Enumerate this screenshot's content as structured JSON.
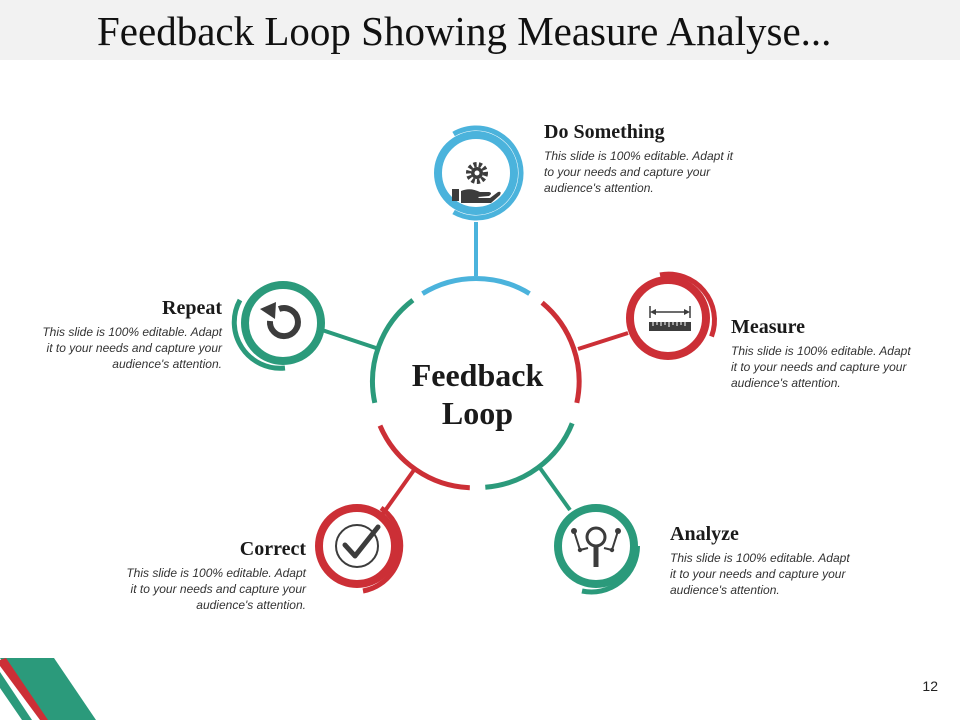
{
  "slide": {
    "title": "Feedback Loop Showing Measure Analyse...",
    "page_number": "12"
  },
  "center": {
    "line1": "Feedback",
    "line2": "Loop"
  },
  "steps": [
    {
      "id": "do-something",
      "title": "Do Something",
      "body": "This slide is 100% editable. Adapt it to your needs and capture your audience's attention.",
      "color": "#4bb3dc",
      "icon": "hand-gear-icon"
    },
    {
      "id": "measure",
      "title": "Measure",
      "body": "This slide is 100% editable. Adapt it to your needs and capture your audience's attention.",
      "color": "#cc2f36",
      "icon": "ruler-icon"
    },
    {
      "id": "analyze",
      "title": "Analyze",
      "body": "This slide is 100% editable. Adapt it to your needs and capture your audience's attention.",
      "color": "#2b9a7b",
      "icon": "magnifier-network-icon"
    },
    {
      "id": "correct",
      "title": "Correct",
      "body": "This slide is 100% editable. Adapt it to your needs and capture your audience's attention.",
      "color": "#cc2f36",
      "icon": "checkmark-icon"
    },
    {
      "id": "repeat",
      "title": "Repeat",
      "body": "This slide is 100% editable. Adapt it to your needs and capture your audience's attention.",
      "color": "#2b9a7b",
      "icon": "refresh-arrow-icon"
    }
  ],
  "colors": {
    "blue": "#4bb3dc",
    "red": "#cc2f36",
    "green": "#2b9a7b",
    "icon_dark": "#3c3c3c"
  }
}
